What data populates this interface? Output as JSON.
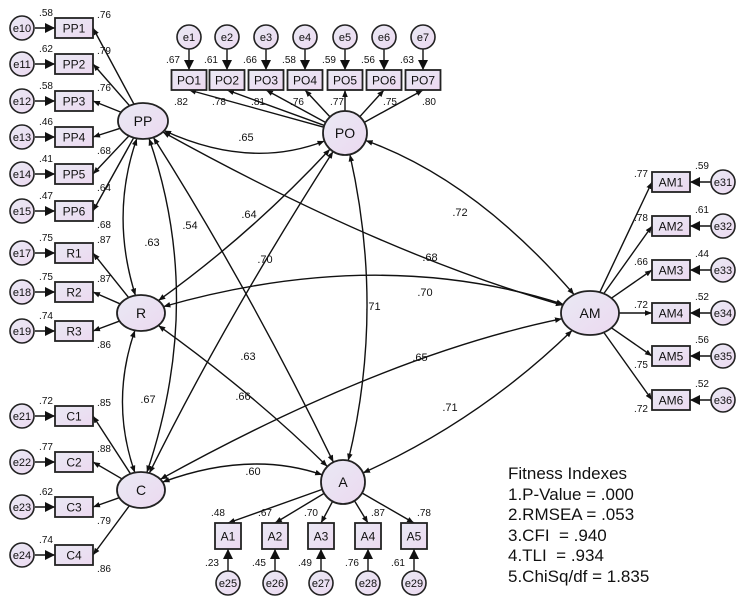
{
  "colors": {
    "node_fill_start": "#e9e9f4",
    "node_fill_end": "#ecd9f0",
    "stroke": "#111111"
  },
  "latents": [
    {
      "id": "PP",
      "label": "PP"
    },
    {
      "id": "PO",
      "label": "PO"
    },
    {
      "id": "R",
      "label": "R"
    },
    {
      "id": "C",
      "label": "C"
    },
    {
      "id": "A",
      "label": "A"
    },
    {
      "id": "AM",
      "label": "AM"
    }
  ],
  "indicators": {
    "PP": [
      {
        "name": "PP1",
        "loading": ".76",
        "r2": ".58",
        "error": "e10"
      },
      {
        "name": "PP2",
        "loading": ".79",
        "r2": ".62",
        "error": "e11"
      },
      {
        "name": "PP3",
        "loading": ".76",
        "r2": ".58",
        "error": "e12"
      },
      {
        "name": "PP4",
        "loading": ".68",
        "r2": ".46",
        "error": "e13"
      },
      {
        "name": "PP5",
        "loading": ".64",
        "r2": ".41",
        "error": "e14"
      },
      {
        "name": "PP6",
        "loading": ".68",
        "r2": ".47",
        "error": "e15"
      }
    ],
    "PO": [
      {
        "name": "PO1",
        "loading": ".82",
        "r2": ".67",
        "error": "e1"
      },
      {
        "name": "PO2",
        "loading": ".78",
        "r2": ".61",
        "error": "e2"
      },
      {
        "name": "PO3",
        "loading": ".81",
        "r2": ".66",
        "error": "e3"
      },
      {
        "name": "PO4",
        "loading": ".76",
        "r2": ".58",
        "error": "e4"
      },
      {
        "name": "PO5",
        "loading": ".77",
        "r2": ".59",
        "error": "e5"
      },
      {
        "name": "PO6",
        "loading": ".75",
        "r2": ".56",
        "error": "e6"
      },
      {
        "name": "PO7",
        "loading": ".80",
        "r2": ".63",
        "error": "e7"
      }
    ],
    "R": [
      {
        "name": "R1",
        "loading": ".87",
        "r2": ".75",
        "error": "e17"
      },
      {
        "name": "R2",
        "loading": ".87",
        "r2": ".75",
        "error": "e18"
      },
      {
        "name": "R3",
        "loading": ".86",
        "r2": ".74",
        "error": "e19"
      }
    ],
    "C": [
      {
        "name": "C1",
        "loading": ".85",
        "r2": ".72",
        "error": "e21"
      },
      {
        "name": "C2",
        "loading": ".88",
        "r2": ".77",
        "error": "e22"
      },
      {
        "name": "C3",
        "loading": ".79",
        "r2": ".62",
        "error": "e23"
      },
      {
        "name": "C4",
        "loading": ".86",
        "r2": ".74",
        "error": "e24"
      }
    ],
    "A": [
      {
        "name": "A1",
        "loading": ".48",
        "r2": ".23",
        "error": "e25"
      },
      {
        "name": "A2",
        "loading": ".67",
        "r2": ".45",
        "error": "e26"
      },
      {
        "name": "A3",
        "loading": ".70",
        "r2": ".49",
        "error": "e27"
      },
      {
        "name": "A4",
        "loading": ".87",
        "r2": ".76",
        "error": "e28"
      },
      {
        "name": "A5",
        "loading": ".78",
        "r2": ".61",
        "error": "e29"
      }
    ],
    "AM": [
      {
        "name": "AM1",
        "loading": ".77",
        "r2": ".59",
        "error": "e31"
      },
      {
        "name": "AM2",
        "loading": ".78",
        "r2": ".61",
        "error": "e32"
      },
      {
        "name": "AM3",
        "loading": ".66",
        "r2": ".44",
        "error": "e33"
      },
      {
        "name": "AM4",
        "loading": ".72",
        "r2": ".52",
        "error": "e34"
      },
      {
        "name": "AM5",
        "loading": ".75",
        "r2": ".56",
        "error": "e35"
      },
      {
        "name": "AM6",
        "loading": ".72",
        "r2": ".52",
        "error": "e36"
      }
    ]
  },
  "covariances": [
    {
      "from": "PP",
      "to": "PO",
      "value": ".65"
    },
    {
      "from": "PP",
      "to": "R",
      "value": ".63"
    },
    {
      "from": "PP",
      "to": "C",
      "value": ".54"
    },
    {
      "from": "PO",
      "to": "R",
      "value": ".64"
    },
    {
      "from": "PP",
      "to": "A",
      "value": ".70"
    },
    {
      "from": "PP",
      "to": "AM",
      "value": ".68"
    },
    {
      "from": "PO",
      "to": "AM",
      "value": ".72"
    },
    {
      "from": "R",
      "to": "AM",
      "value": ".70"
    },
    {
      "from": "PO",
      "to": "A",
      "value": ".71"
    },
    {
      "from": "PO",
      "to": "C",
      "value": ".63"
    },
    {
      "from": "R",
      "to": "A",
      "value": ".66"
    },
    {
      "from": "C",
      "to": "AM",
      "value": ".65"
    },
    {
      "from": "R",
      "to": "C",
      "value": ".67"
    },
    {
      "from": "A",
      "to": "AM",
      "value": ".71"
    },
    {
      "from": "C",
      "to": "A",
      "value": ".60"
    }
  ],
  "fit": {
    "title": "Fitness Indexes",
    "lines": [
      "1.P-Value = .000",
      "2.RMSEA = .053",
      "3.CFI  = .940",
      "4.TLI  = .934",
      "5.ChiSq/df = 1.835"
    ]
  }
}
